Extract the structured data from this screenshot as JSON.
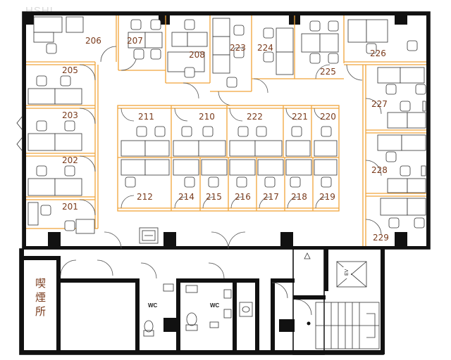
{
  "watermark": "HSHI",
  "rooms": {
    "r201": "201",
    "r202": "202",
    "r203": "203",
    "r205": "205",
    "r206": "206",
    "r207": "207",
    "r208": "208",
    "r210": "210",
    "r211": "211",
    "r212": "212",
    "r214": "214",
    "r215": "215",
    "r216": "216",
    "r217": "217",
    "r218": "218",
    "r219": "219",
    "r220": "220",
    "r221": "221",
    "r222": "222",
    "r223": "223",
    "r224": "224",
    "r225": "225",
    "r226": "226",
    "r227": "227",
    "r228": "228",
    "r229": "229"
  },
  "smoking_area": {
    "char1": "喫",
    "char2": "煙",
    "char3": "所"
  },
  "restrooms": {
    "wc_left": "WC",
    "wc_right": "WC"
  },
  "elevator": {
    "label": "EV"
  },
  "colors": {
    "room_number": "#7a3b1c",
    "partition": "#f0a53a",
    "wall": "#111111"
  }
}
